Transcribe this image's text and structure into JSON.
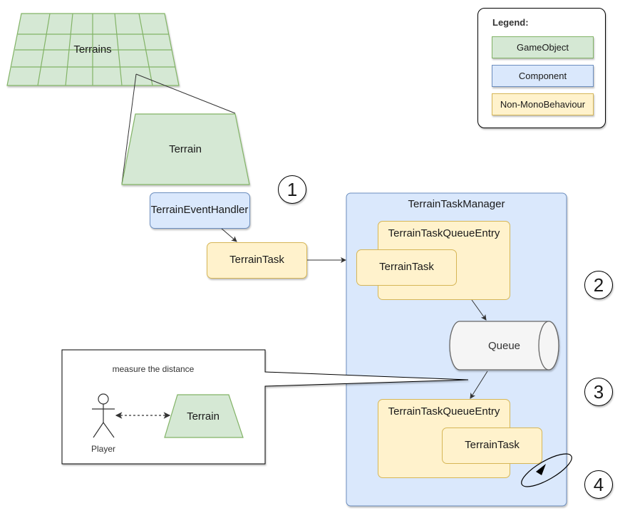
{
  "terrains": {
    "label": "Terrains"
  },
  "terrain_top": {
    "label": "Terrain"
  },
  "event_handler": {
    "label": "TerrainEventHandler"
  },
  "terrain_task": {
    "label": "TerrainTask"
  },
  "manager": {
    "title": "TerrainTaskManager",
    "entry_top": {
      "label": "TerrainTaskQueueEntry",
      "task_label": "TerrainTask"
    },
    "queue": {
      "label": "Queue"
    },
    "entry_bottom": {
      "label": "TerrainTaskQueueEntry",
      "task_label": "TerrainTask"
    }
  },
  "callout": {
    "title": "measure the distance",
    "player_label": "Player",
    "terrain_label": "Terrain"
  },
  "steps": [
    "1",
    "2",
    "3",
    "4"
  ],
  "legend": {
    "title": "Legend:",
    "items": [
      {
        "label": "GameObject",
        "color": "#d5e8d4"
      },
      {
        "label": "Component",
        "color": "#dae8fc"
      },
      {
        "label": "Non-MonoBehaviour",
        "color": "#fff2cc"
      }
    ]
  }
}
